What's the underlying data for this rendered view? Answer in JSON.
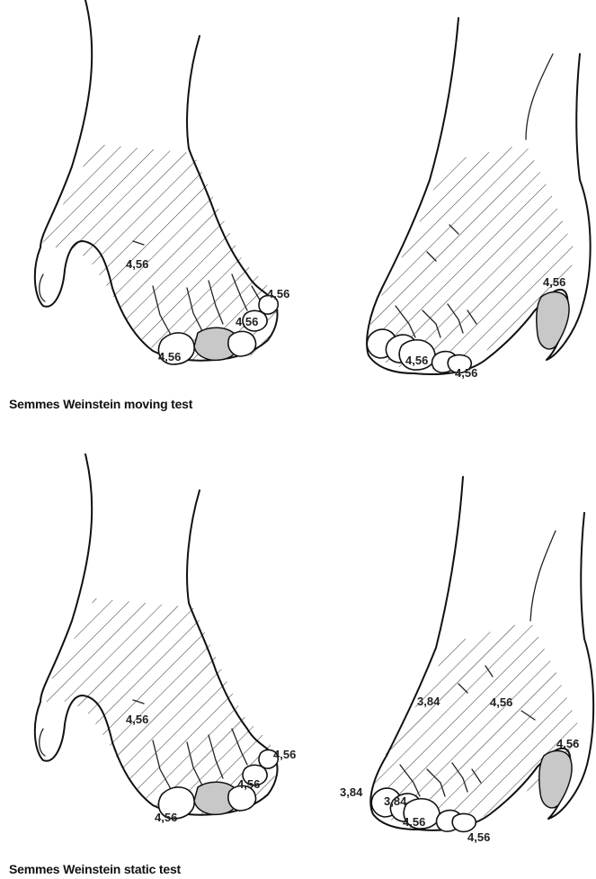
{
  "panels": [
    {
      "id": "moving",
      "caption": "Semmes Weinstein moving test",
      "left_foot_values": [
        "4,56",
        "4,56",
        "4,56",
        "4,56"
      ],
      "right_foot_values": [
        "4,56",
        "4,56",
        "4,56"
      ]
    },
    {
      "id": "static",
      "caption": "Semmes Weinstein static test",
      "left_foot_values": [
        "4,56",
        "4,56",
        "4,56",
        "4,56"
      ],
      "right_foot_values": [
        "3,84",
        "4,56",
        "4,56",
        "3,84",
        "3,84",
        "4,56",
        "4,56"
      ]
    }
  ],
  "colors": {
    "outline": "#111111",
    "hatch": "#333333",
    "patch": "#c8c8c8"
  }
}
